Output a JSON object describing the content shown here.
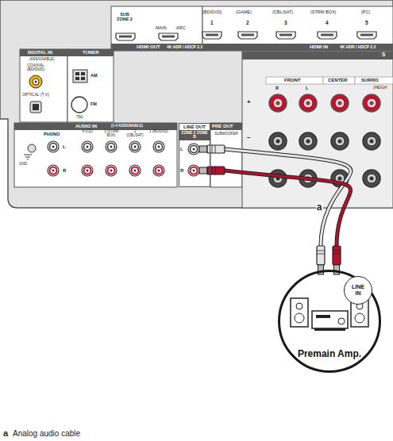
{
  "diagram": {
    "nodes": [
      {
        "text": [
          "LINE OUT",
          "ZONE 2 ZONE B"
        ]
      },
      {
        "text": [
          "Premain Amp."
        ]
      },
      {
        "text": [
          "LINE IN"
        ],
        "in": 1
      }
    ],
    "edges": [
      {
        "from": 0,
        "to": 1,
        "arrow": "none",
        "label": "a"
      }
    ],
    "labels": [
      "SUB ZONE 2",
      "MAIN",
      "ARC",
      "HDMI OUT",
      "(BD/DVD)",
      "(GAME)",
      "(CBL/SAT)",
      "(STRM BOX)",
      "(PC)",
      "1",
      "2",
      "3",
      "4",
      "5",
      "4K HDR / HDCP 2.2",
      "HDMI IN",
      "4K HDR / HDCP 2.2",
      "DIGITAL IN",
      "(ASSIGNABLE)",
      "COAXIAL (BD/DVD)",
      "OPTICAL (T V)",
      "TUNER",
      "AM",
      "FM",
      "75Ω",
      "AUDIO IN",
      "(1-4 ASSIGNABLE)",
      "PHONO",
      "GND",
      "L",
      "R",
      "4 (CD)",
      "3 (STRM BOX)",
      "2 (CBL/SAT)",
      "1 (BD/DVD)",
      "L",
      "R",
      "PRE OUT",
      "SUBWOOFER",
      "FRONT",
      "R",
      "L",
      "CENTER",
      "SURRO",
      "(HEIGH",
      "S",
      "+",
      "−",
      "a",
      "Analog audio cable"
    ]
  }
}
